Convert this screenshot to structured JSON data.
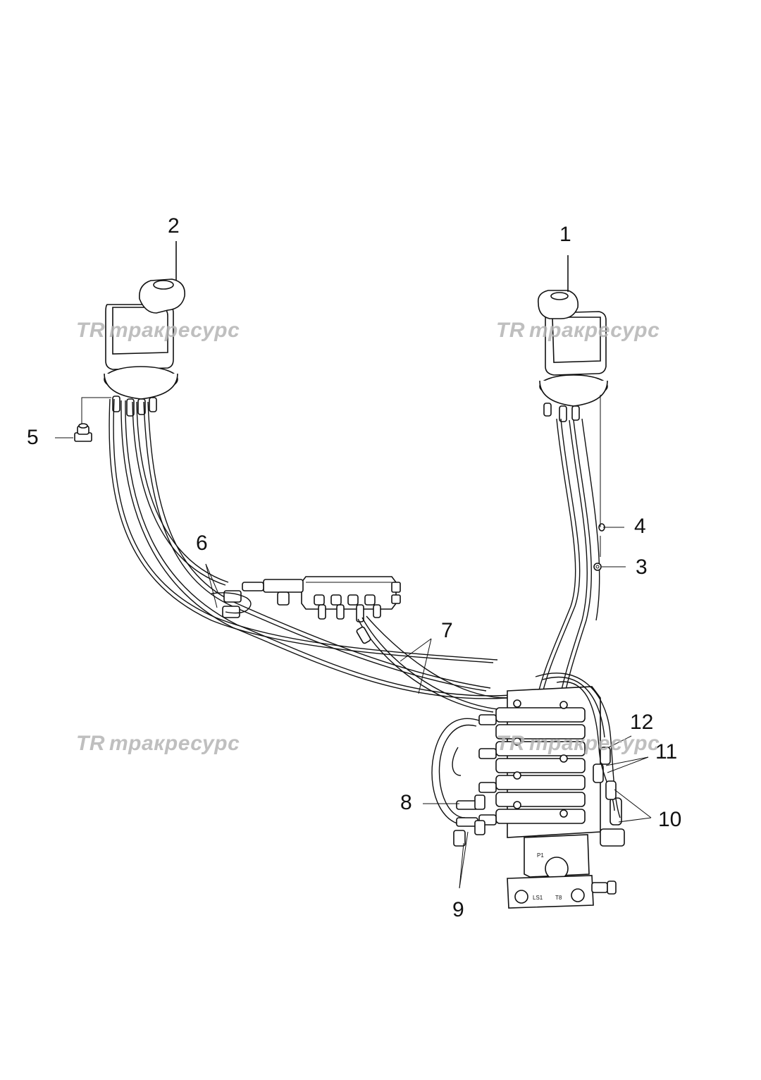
{
  "diagram": {
    "callouts": [
      "1",
      "2",
      "3",
      "4",
      "5",
      "6",
      "7",
      "8",
      "9",
      "10",
      "11",
      "12"
    ],
    "watermark": {
      "logo_mark": "TR",
      "text": "тракресурс",
      "color": "#b4b4b4"
    },
    "valve_labels": {
      "port_p": "P1",
      "port_ls": "LS1",
      "port_t": "T8"
    }
  }
}
